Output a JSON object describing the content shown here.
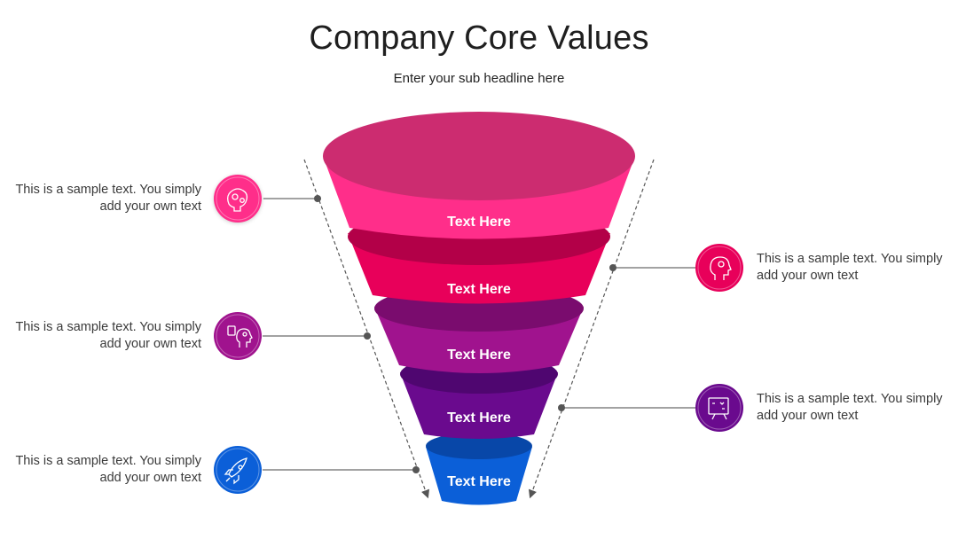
{
  "header": {
    "title": "Company Core Values",
    "subtitle": "Enter your sub headline here"
  },
  "colors": {
    "level1": "#ff2e8a",
    "level1_top": "#cc2c70",
    "level2": "#e8005a",
    "level2_top": "#b30048",
    "level3": "#a0138e",
    "level3_top": "#7a0c6e",
    "level4": "#6a0a8e",
    "level4_top": "#4f0670",
    "level5": "#0b5fd8",
    "level5_top": "#0847a8",
    "connector": "#6b6b6b"
  },
  "funnel": {
    "levels": [
      {
        "label": "Text Here"
      },
      {
        "label": "Text Here"
      },
      {
        "label": "Text Here"
      },
      {
        "label": "Text Here"
      },
      {
        "label": "Text Here"
      }
    ]
  },
  "callouts": {
    "left": [
      {
        "text": "This is a sample text. You simply add your own text",
        "icon": "brain-gears-icon"
      },
      {
        "text": "This is a sample text. You simply add your own text",
        "icon": "head-ideas-icon"
      },
      {
        "text": "This is a sample text. You simply add your own text",
        "icon": "rocket-icon"
      }
    ],
    "right": [
      {
        "text": "This is a sample text. You simply add your own text",
        "icon": "head-thinking-icon"
      },
      {
        "text": "This is a sample text. You simply add your own text",
        "icon": "strategy-board-icon"
      }
    ]
  }
}
